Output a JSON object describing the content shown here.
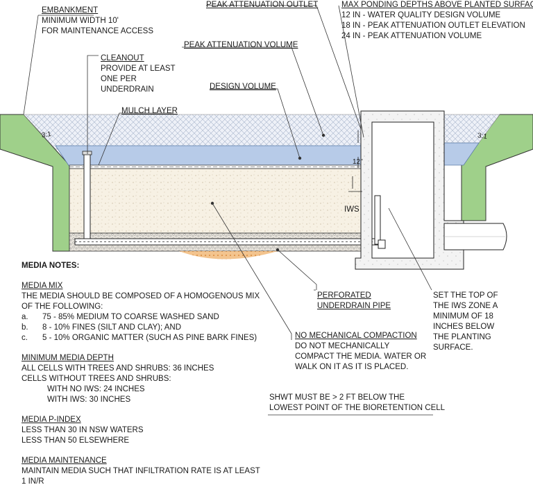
{
  "labels": {
    "embankment_title": "EMBANKMENT",
    "embankment_l1": "MINIMUM WIDTH 10'",
    "embankment_l2": "FOR MAINTENANCE ACCESS",
    "cleanout_title": "CLEANOUT",
    "cleanout_l1": "PROVIDE AT LEAST",
    "cleanout_l2": "ONE PER",
    "cleanout_l3": "UNDERDRAIN",
    "mulch": "MULCH LAYER",
    "peak_outlet": "PEAK ATTENUATION OUTLET",
    "peak_volume": "PEAK ATTENUATION VOLUME",
    "design_volume": "DESIGN VOLUME",
    "ponding_title": "MAX PONDING DEPTHS ABOVE PLANTED SURFACE:",
    "ponding_l1": "12 IN - WATER QUALITY DESIGN VOLUME",
    "ponding_l2": "18 IN - PEAK ATTENUATION OUTLET ELEVATION",
    "ponding_l3": "24 IN - PEAK ATTENUATION VOLUME",
    "slope_left": "3:1",
    "slope_right": "3:1",
    "dim_12": "12\"",
    "iws": "IWS",
    "underdrain_l1": "PERFORATED",
    "underdrain_l2": "UNDERDRAIN PIPE",
    "no_compaction_title": "NO MECHANICAL COMPACTION",
    "no_compaction_l1": "DO NOT MECHANICALLY",
    "no_compaction_l2": "COMPACT THE MEDIA. WATER OR",
    "no_compaction_l3": "WALK ON IT AS IT IS PLACED.",
    "iws_top_l1": "SET THE TOP OF",
    "iws_top_l2": "THE IWS ZONE A",
    "iws_top_l3": "MINIMUM OF 18",
    "iws_top_l4": "INCHES BELOW",
    "iws_top_l5": "THE PLANTING",
    "iws_top_l6": "SURFACE.",
    "shwt_l1": "SHWT MUST BE > 2 FT BELOW THE",
    "shwt_l2": "LOWEST POINT OF THE BIORETENTION CELL"
  },
  "notes": {
    "title": "MEDIA NOTES:",
    "mix_heading": "MEDIA MIX",
    "mix_l1": "THE MEDIA SHOULD BE COMPOSED OF A HOMOGENOUS MIX",
    "mix_l2": "OF THE FOLLOWING:",
    "mix_items": [
      {
        "k": "a.",
        "t": "75 - 85% MEDIUM TO COARSE WASHED SAND"
      },
      {
        "k": "b.",
        "t": "8 - 10% FINES (SILT AND CLAY); AND"
      },
      {
        "k": "c.",
        "t": "5 - 10% ORGANIC MATTER (SUCH AS PINE BARK FINES)"
      }
    ],
    "depth_heading": "MINIMUM MEDIA DEPTH",
    "depth_l1": "ALL CELLS WITH TREES AND SHRUBS: 36 INCHES",
    "depth_l2": "CELLS WITHOUT TREES AND SHRUBS:",
    "depth_l3": "WITH NO IWS: 24 INCHES",
    "depth_l4": "WITH IWS: 30 INCHES",
    "pindex_heading": "MEDIA P-INDEX",
    "pindex_l1": "LESS THAN 30 IN NSW WATERS",
    "pindex_l2": "LESS THAN 50 ELSEWHERE",
    "maint_heading": "MEDIA MAINTENANCE",
    "maint_l1": "MAINTAIN MEDIA SUCH THAT INFILTRATION RATE IS AT LEAST",
    "maint_l2": "1 IN/R"
  },
  "colors": {
    "embankment": "#9fd08a",
    "ponding": "#b7cbe8",
    "crosshatch": "#e9eef7",
    "media": "#f7f1e4",
    "gravel": "#e6e2da",
    "soil": "#e9a866",
    "line": "#333333"
  }
}
